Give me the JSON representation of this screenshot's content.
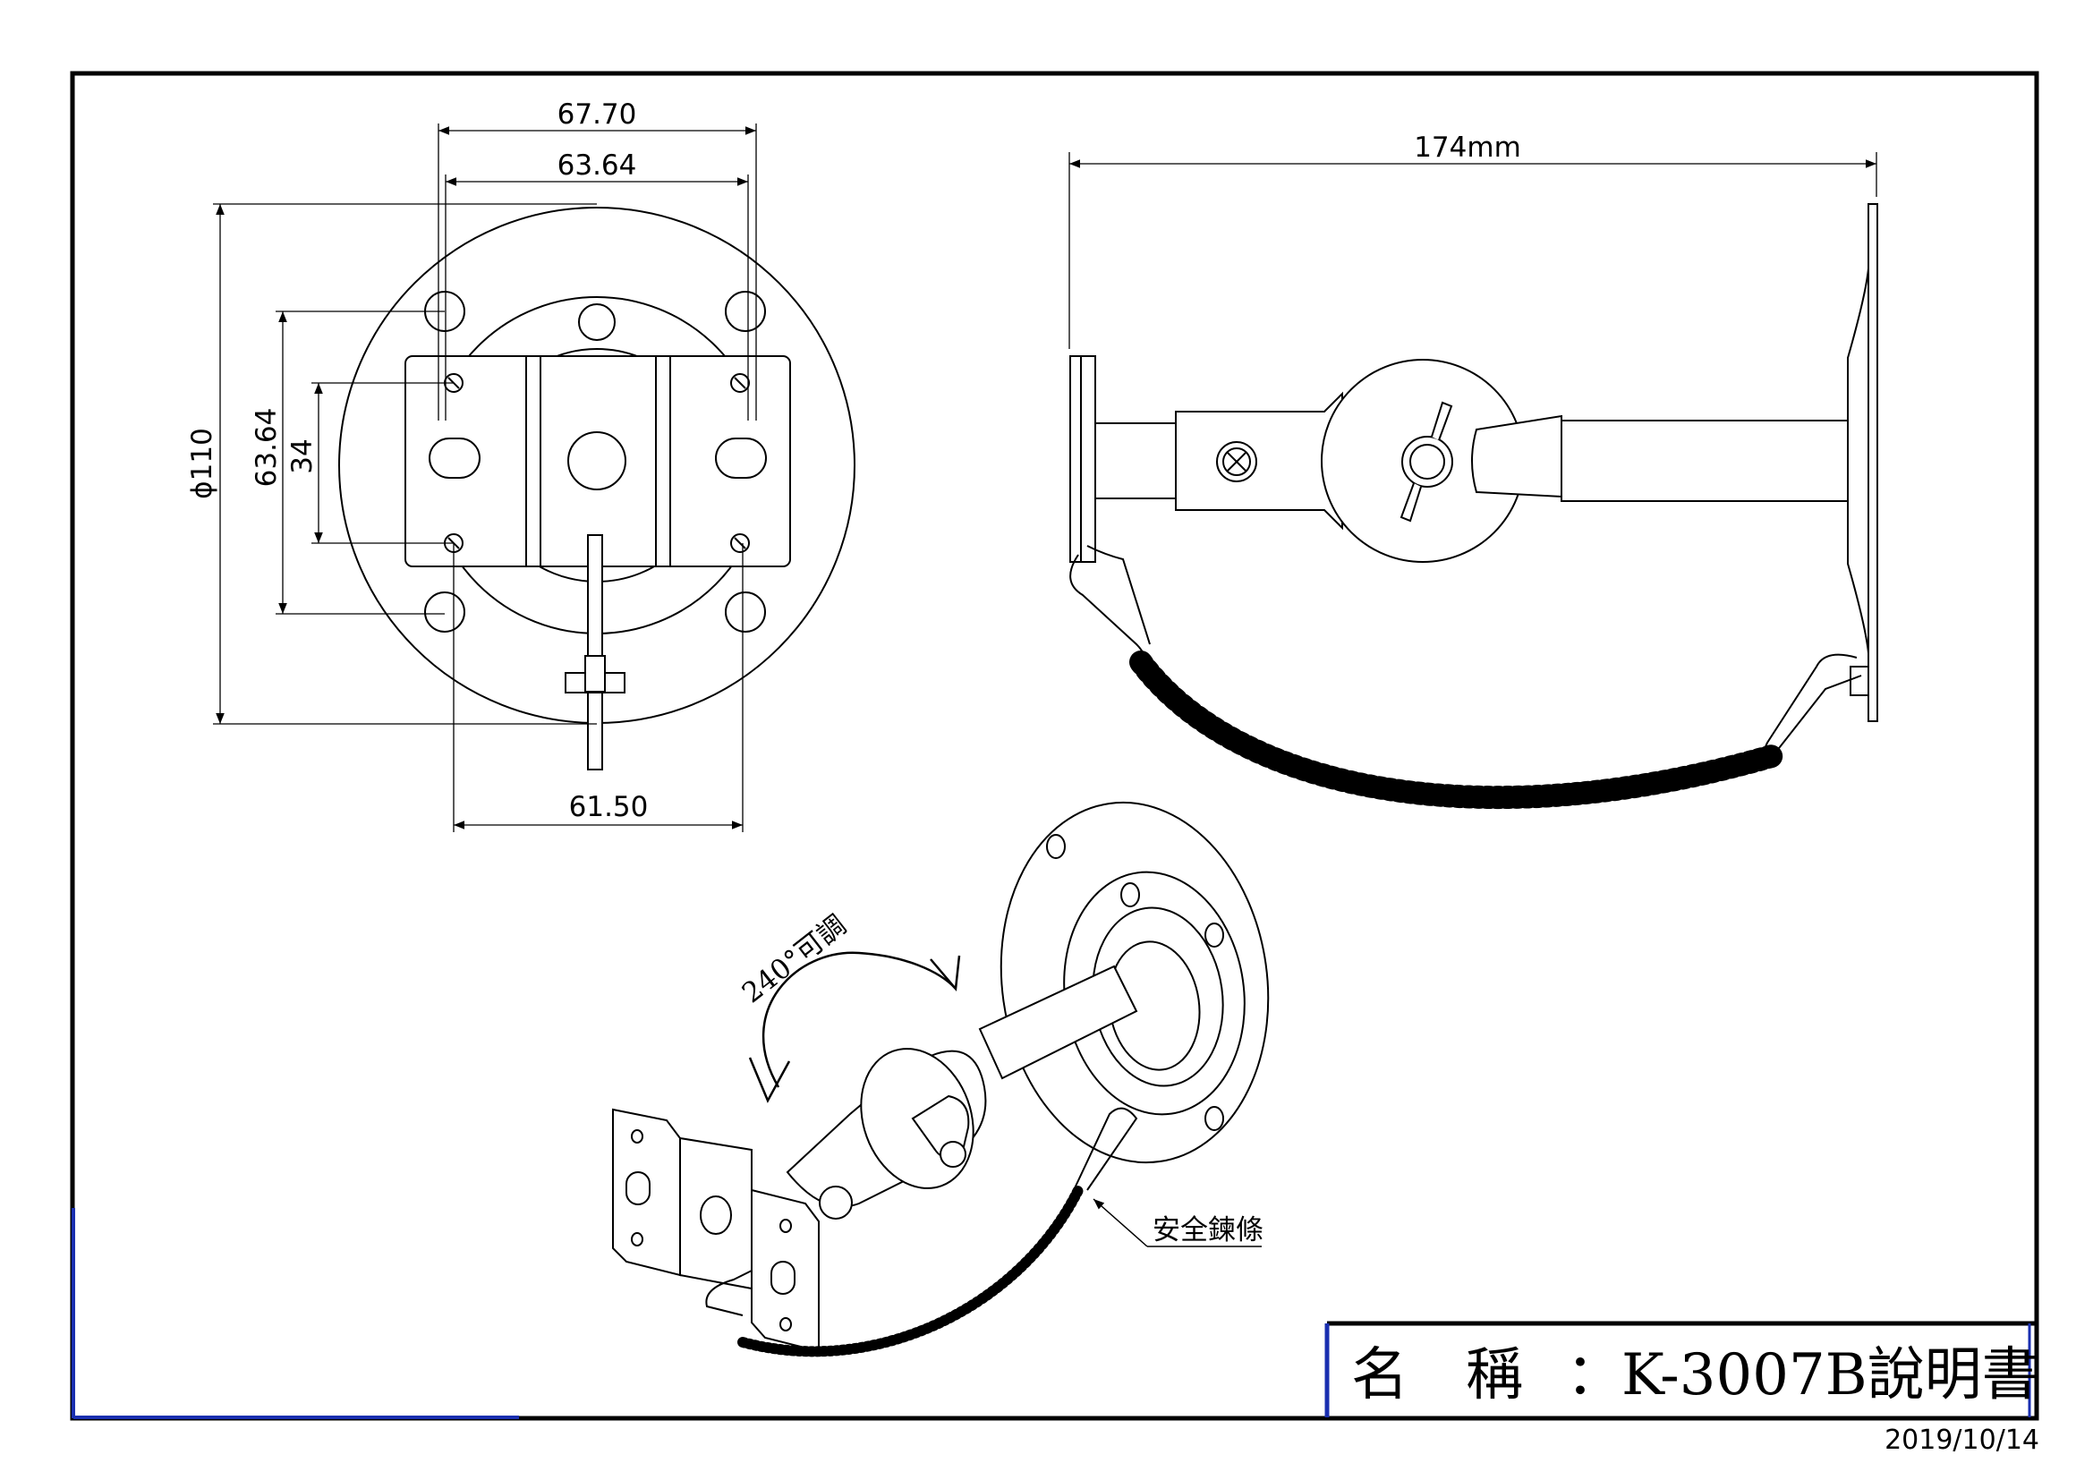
{
  "front_view": {
    "dim_outer_width": "67.70",
    "dim_inner_width": "63.64",
    "dim_diameter": "ϕ110",
    "dim_vertical_outer": "63.64",
    "dim_vertical_inner": "34",
    "dim_bottom": "61.50"
  },
  "side_view": {
    "dim_length": "174mm"
  },
  "iso_view": {
    "rotation_label": "240°可調",
    "chain_label": "安全鍊條"
  },
  "title_block": {
    "name_label": "名　稱",
    "separator": "：",
    "model_title": "K-3007B說明書"
  },
  "date": "2019/10/14"
}
